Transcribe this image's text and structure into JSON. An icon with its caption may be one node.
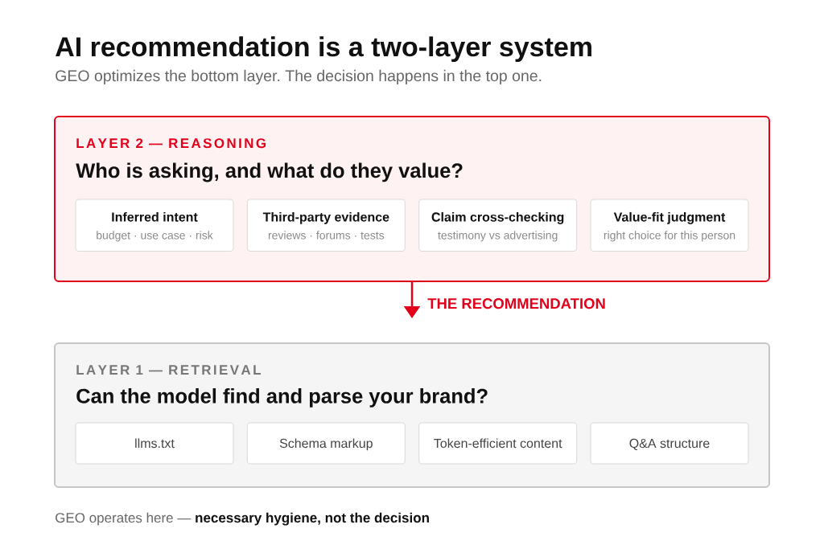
{
  "diagram": {
    "title": "AI recommendation is a two-layer system",
    "nodes": [
      {
        "text": [
          "LAYER 2 — REASONING",
          "Who is asking, and what do they value?"
        ]
      },
      {
        "text": [
          "Inferred intent",
          "budget · use case · risk"
        ],
        "in": 0
      },
      {
        "text": [
          "Third-party evidence",
          "reviews · forums · tests"
        ],
        "in": 0
      },
      {
        "text": [
          "Claim cross-checking",
          "testimony vs advertising"
        ],
        "in": 0
      },
      {
        "text": [
          "Value-fit judgment",
          "right choice for this person"
        ],
        "in": 0
      },
      {
        "text": [
          "LAYER 1 — RETRIEVAL",
          "Can the model find and parse your brand?"
        ]
      },
      {
        "text": [
          "llms.txt"
        ],
        "in": 5
      },
      {
        "text": [
          "Schema markup"
        ],
        "in": 5
      },
      {
        "text": [
          "Token-efficient content"
        ],
        "in": 5
      },
      {
        "text": [
          "Q&A structure"
        ],
        "in": 5
      }
    ],
    "edges": [
      {
        "from": 0,
        "to": 5,
        "arrow": "to",
        "label": "THE RECOMMENDATION",
        "color": "#e2001a"
      }
    ],
    "labels": [
      "GEO optimizes the bottom layer. The decision happens in the top one.",
      "GEO operates here — **necessary hygiene, not the decision**"
    ]
  }
}
